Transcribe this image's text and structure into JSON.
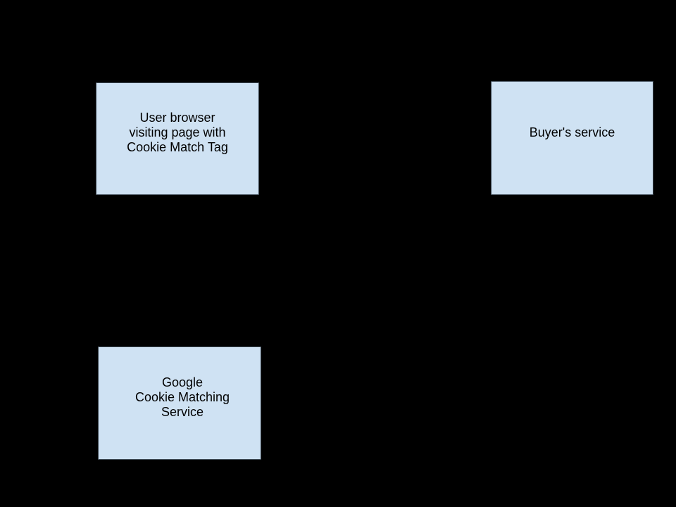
{
  "nodes": [
    {
      "id": "user-browser",
      "label": "User browser\nvisiting page with\nCookie Match Tag"
    },
    {
      "id": "buyers-service",
      "label": "Buyer's service"
    },
    {
      "id": "google-cookie-matching-service",
      "label": "Google\nCookie Matching\nService"
    }
  ],
  "colors": {
    "background": "#000000",
    "node_fill": "#cfe2f3",
    "node_border": "#39444e",
    "node_text": "#000000"
  }
}
